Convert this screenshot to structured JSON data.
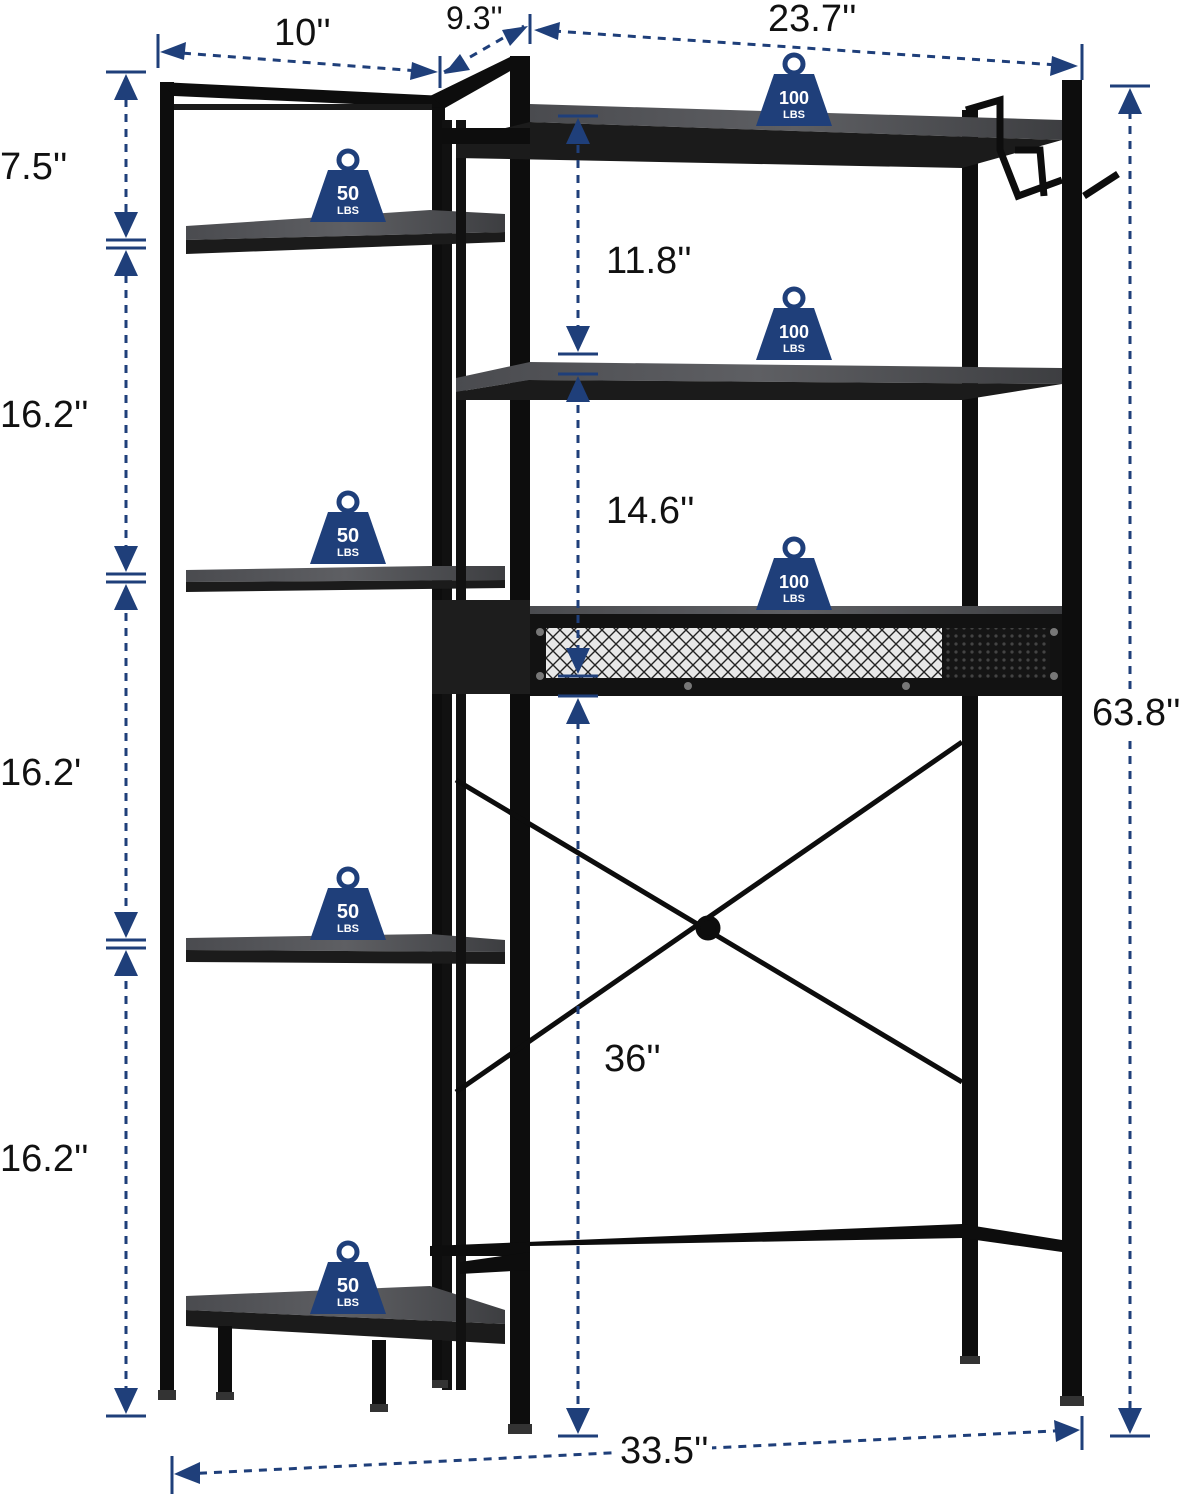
{
  "colors": {
    "frame": "#0d0d0d",
    "wood": "#3a3a3c",
    "wood_light": "#55565a",
    "dimension_line": "#1f3f7a",
    "badge": "#1f3f7a",
    "badge_text": "#ffffff"
  },
  "icons": {
    "weight": "weight-capacity-icon",
    "arrow": "dimension-arrow-icon"
  },
  "dimensions": {
    "left_width": "10''",
    "depth": "9.3''",
    "right_width": "23.7''",
    "top_gap": "7.5''",
    "left_gap_1": "16.2''",
    "left_gap_2": "16.2'",
    "left_gap_3": "16.2''",
    "right_gap_1": "11.8''",
    "right_gap_2": "14.6''",
    "right_clearance": "36''",
    "total_height": "63.8''",
    "total_width": "33.5''"
  },
  "weight_badges": {
    "unit": "LBS",
    "left_shelf_1": "50",
    "left_shelf_2": "50",
    "left_shelf_3": "50",
    "left_shelf_4": "50",
    "right_shelf_1": "100",
    "right_shelf_2": "100",
    "right_shelf_3": "100"
  }
}
